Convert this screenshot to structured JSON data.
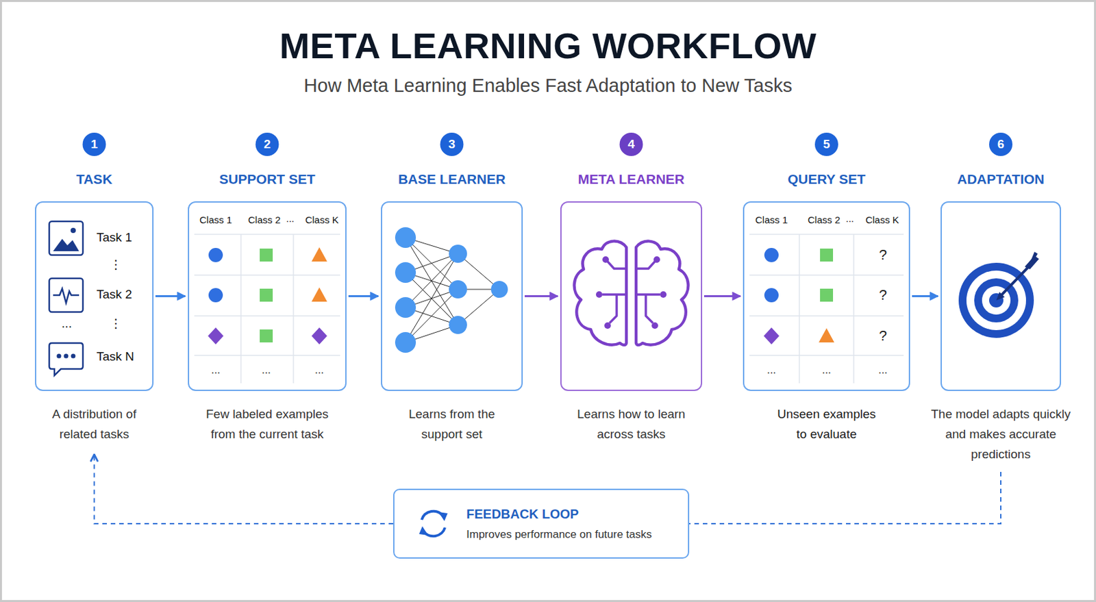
{
  "diagram": {
    "title": "META LEARNING WORKFLOW",
    "nodes": [
      {
        "text": [
          "TASK",
          "A distribution of related tasks"
        ]
      },
      {
        "text": [
          "SUPPORT SET",
          "Few labeled examples from the current task"
        ]
      },
      {
        "text": [
          "BASE LEARNER",
          "Learns from the support set"
        ]
      },
      {
        "text": [
          "META LEARNER",
          "Learns how to learn across tasks"
        ]
      },
      {
        "text": [
          "QUERY SET",
          "Unseen examples to evaluate"
        ]
      },
      {
        "text": [
          "ADAPTATION",
          "The model adapts quickly and makes accurate predictions"
        ]
      },
      {
        "text": [
          "FEEDBACK LOOP",
          "Improves performance on future tasks"
        ]
      }
    ],
    "edges": [
      {
        "from": 0,
        "to": 1,
        "arrow": "to"
      },
      {
        "from": 1,
        "to": 2,
        "arrow": "to"
      },
      {
        "from": 2,
        "to": 3,
        "arrow": "to"
      },
      {
        "from": 3,
        "to": 4,
        "arrow": "to"
      },
      {
        "from": 4,
        "to": 5,
        "arrow": "to"
      },
      {
        "from": 5,
        "to": 6,
        "arrow": "none"
      },
      {
        "from": 6,
        "to": 0,
        "arrow": "to"
      }
    ],
    "labels": [
      "How Meta Learning Enables Fast Adaptation to New Tasks",
      "1",
      "2",
      "3",
      "4",
      "5",
      "6",
      "Task 1",
      "⋮",
      "Task 2",
      "...",
      "⋮",
      "Task N",
      "Class 1",
      "Class 2",
      "...",
      "Class K",
      "...",
      "...",
      "...",
      "Class 1",
      "Class 2",
      "...",
      "Class K",
      "?",
      "?",
      "?",
      "...",
      "...",
      "..."
    ]
  }
}
